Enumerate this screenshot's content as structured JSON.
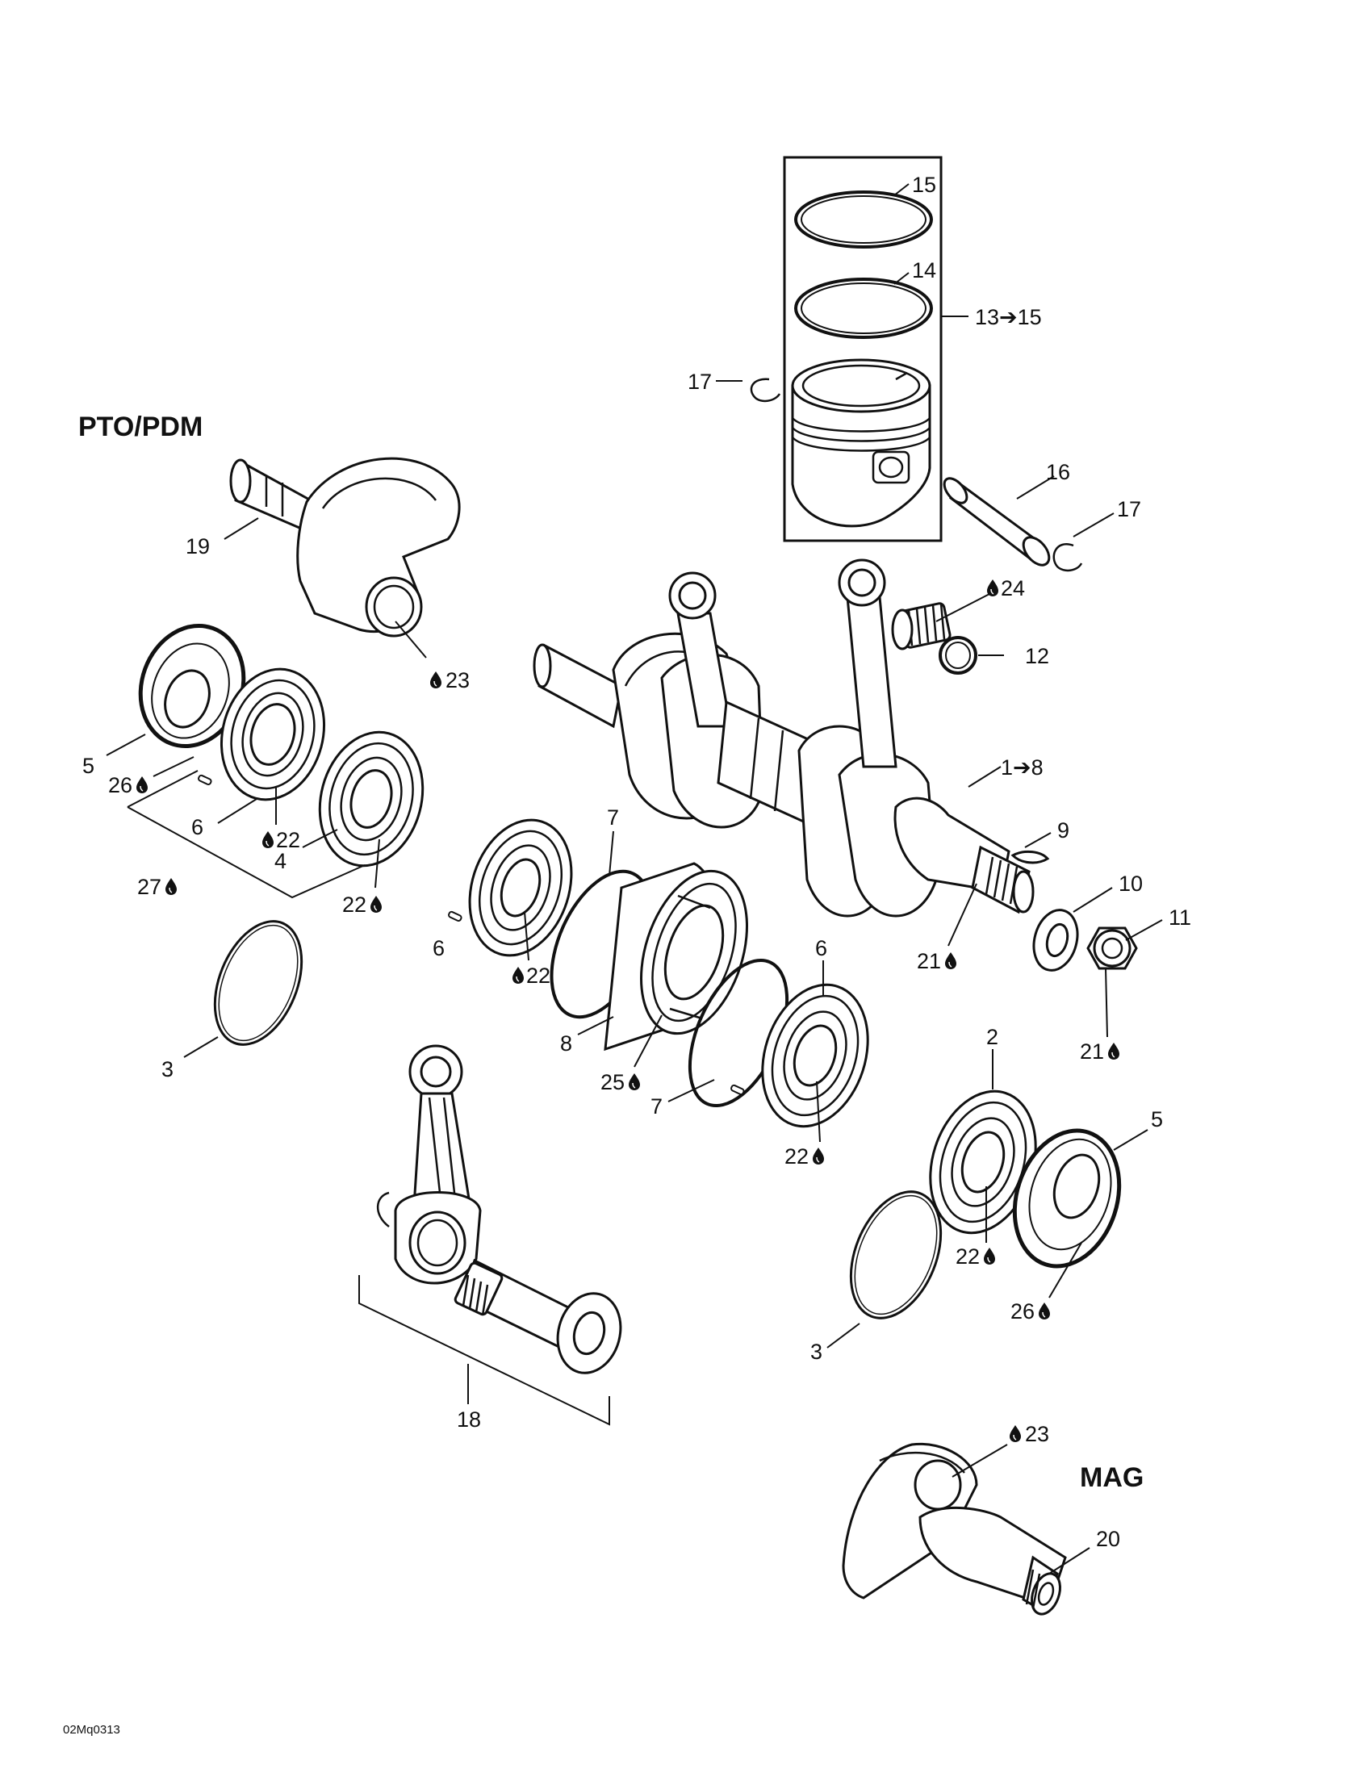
{
  "headings": {
    "pto": "PTO/PDM",
    "mag": "MAG"
  },
  "figure_code": "02Mq0313",
  "labels": {
    "l15": "15",
    "l14": "14",
    "l13_15": "13➔15",
    "l17a": "17",
    "l16": "16",
    "l17b": "17",
    "l19": "19",
    "l23a": "23",
    "l24": "24",
    "l12": "12",
    "l1_8": "1➔8",
    "l5a": "5",
    "l26a": "26",
    "l6a": "6",
    "l22a": "22",
    "l4": "4",
    "l27": "27",
    "l22b": "22",
    "l7a": "7",
    "l9": "9",
    "l10": "10",
    "l11": "11",
    "l6b": "6",
    "l22c": "22",
    "l21a": "21",
    "l21b": "21",
    "l3a": "3",
    "l8": "8",
    "l25": "25",
    "l6c": "6",
    "l7b": "7",
    "l22d": "22",
    "l2": "2",
    "l5b": "5",
    "l22e": "22",
    "l26b": "26",
    "l3b": "3",
    "l18": "18",
    "l23b": "23",
    "l20": "20"
  },
  "icons": {
    "lubricant": "oil-drop-icon"
  }
}
